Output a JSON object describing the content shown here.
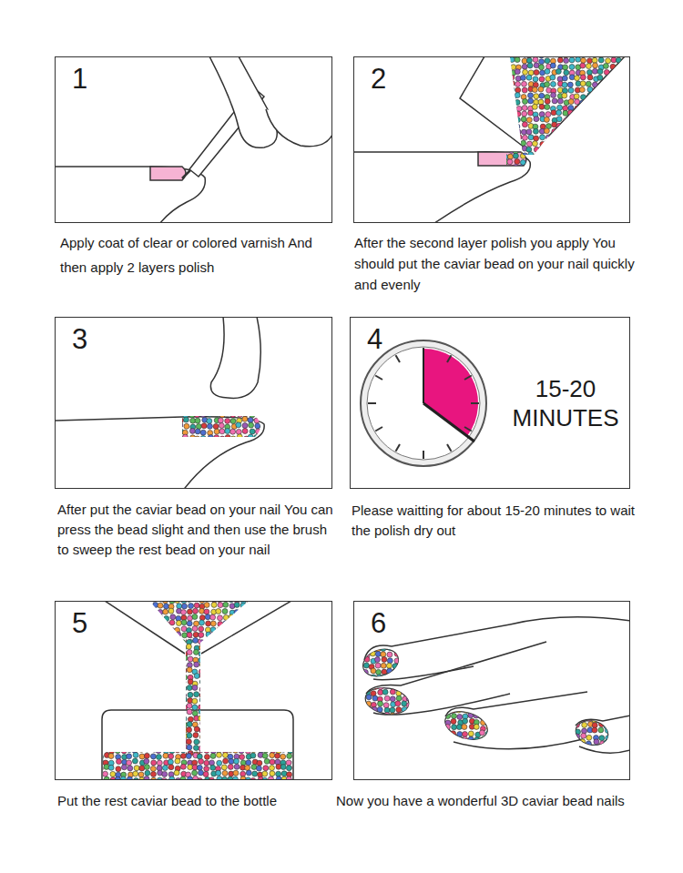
{
  "diagram": {
    "nodes": [
      {
        "text": [
          "1",
          "Apply coat of clear or colored varnish And then apply 2 layers polish"
        ]
      },
      {
        "text": [
          "2",
          "After the second layer polish you apply You should put the caviar bead on your nail quickly and evenly"
        ]
      },
      {
        "text": [
          "3",
          "After put the caviar bead on your nail You can press the bead slight and then use the brush to sweep the rest bead on your nail"
        ]
      },
      {
        "text": [
          "4",
          "15-20 MINUTES",
          "Please waitting for about 15-20 minutes to wait the polish dry out"
        ]
      },
      {
        "text": [
          "5",
          "Put the rest caviar bead to the bottle"
        ]
      },
      {
        "text": [
          "6",
          "Now you have a wonderful 3D caviar bead nails"
        ]
      }
    ]
  }
}
